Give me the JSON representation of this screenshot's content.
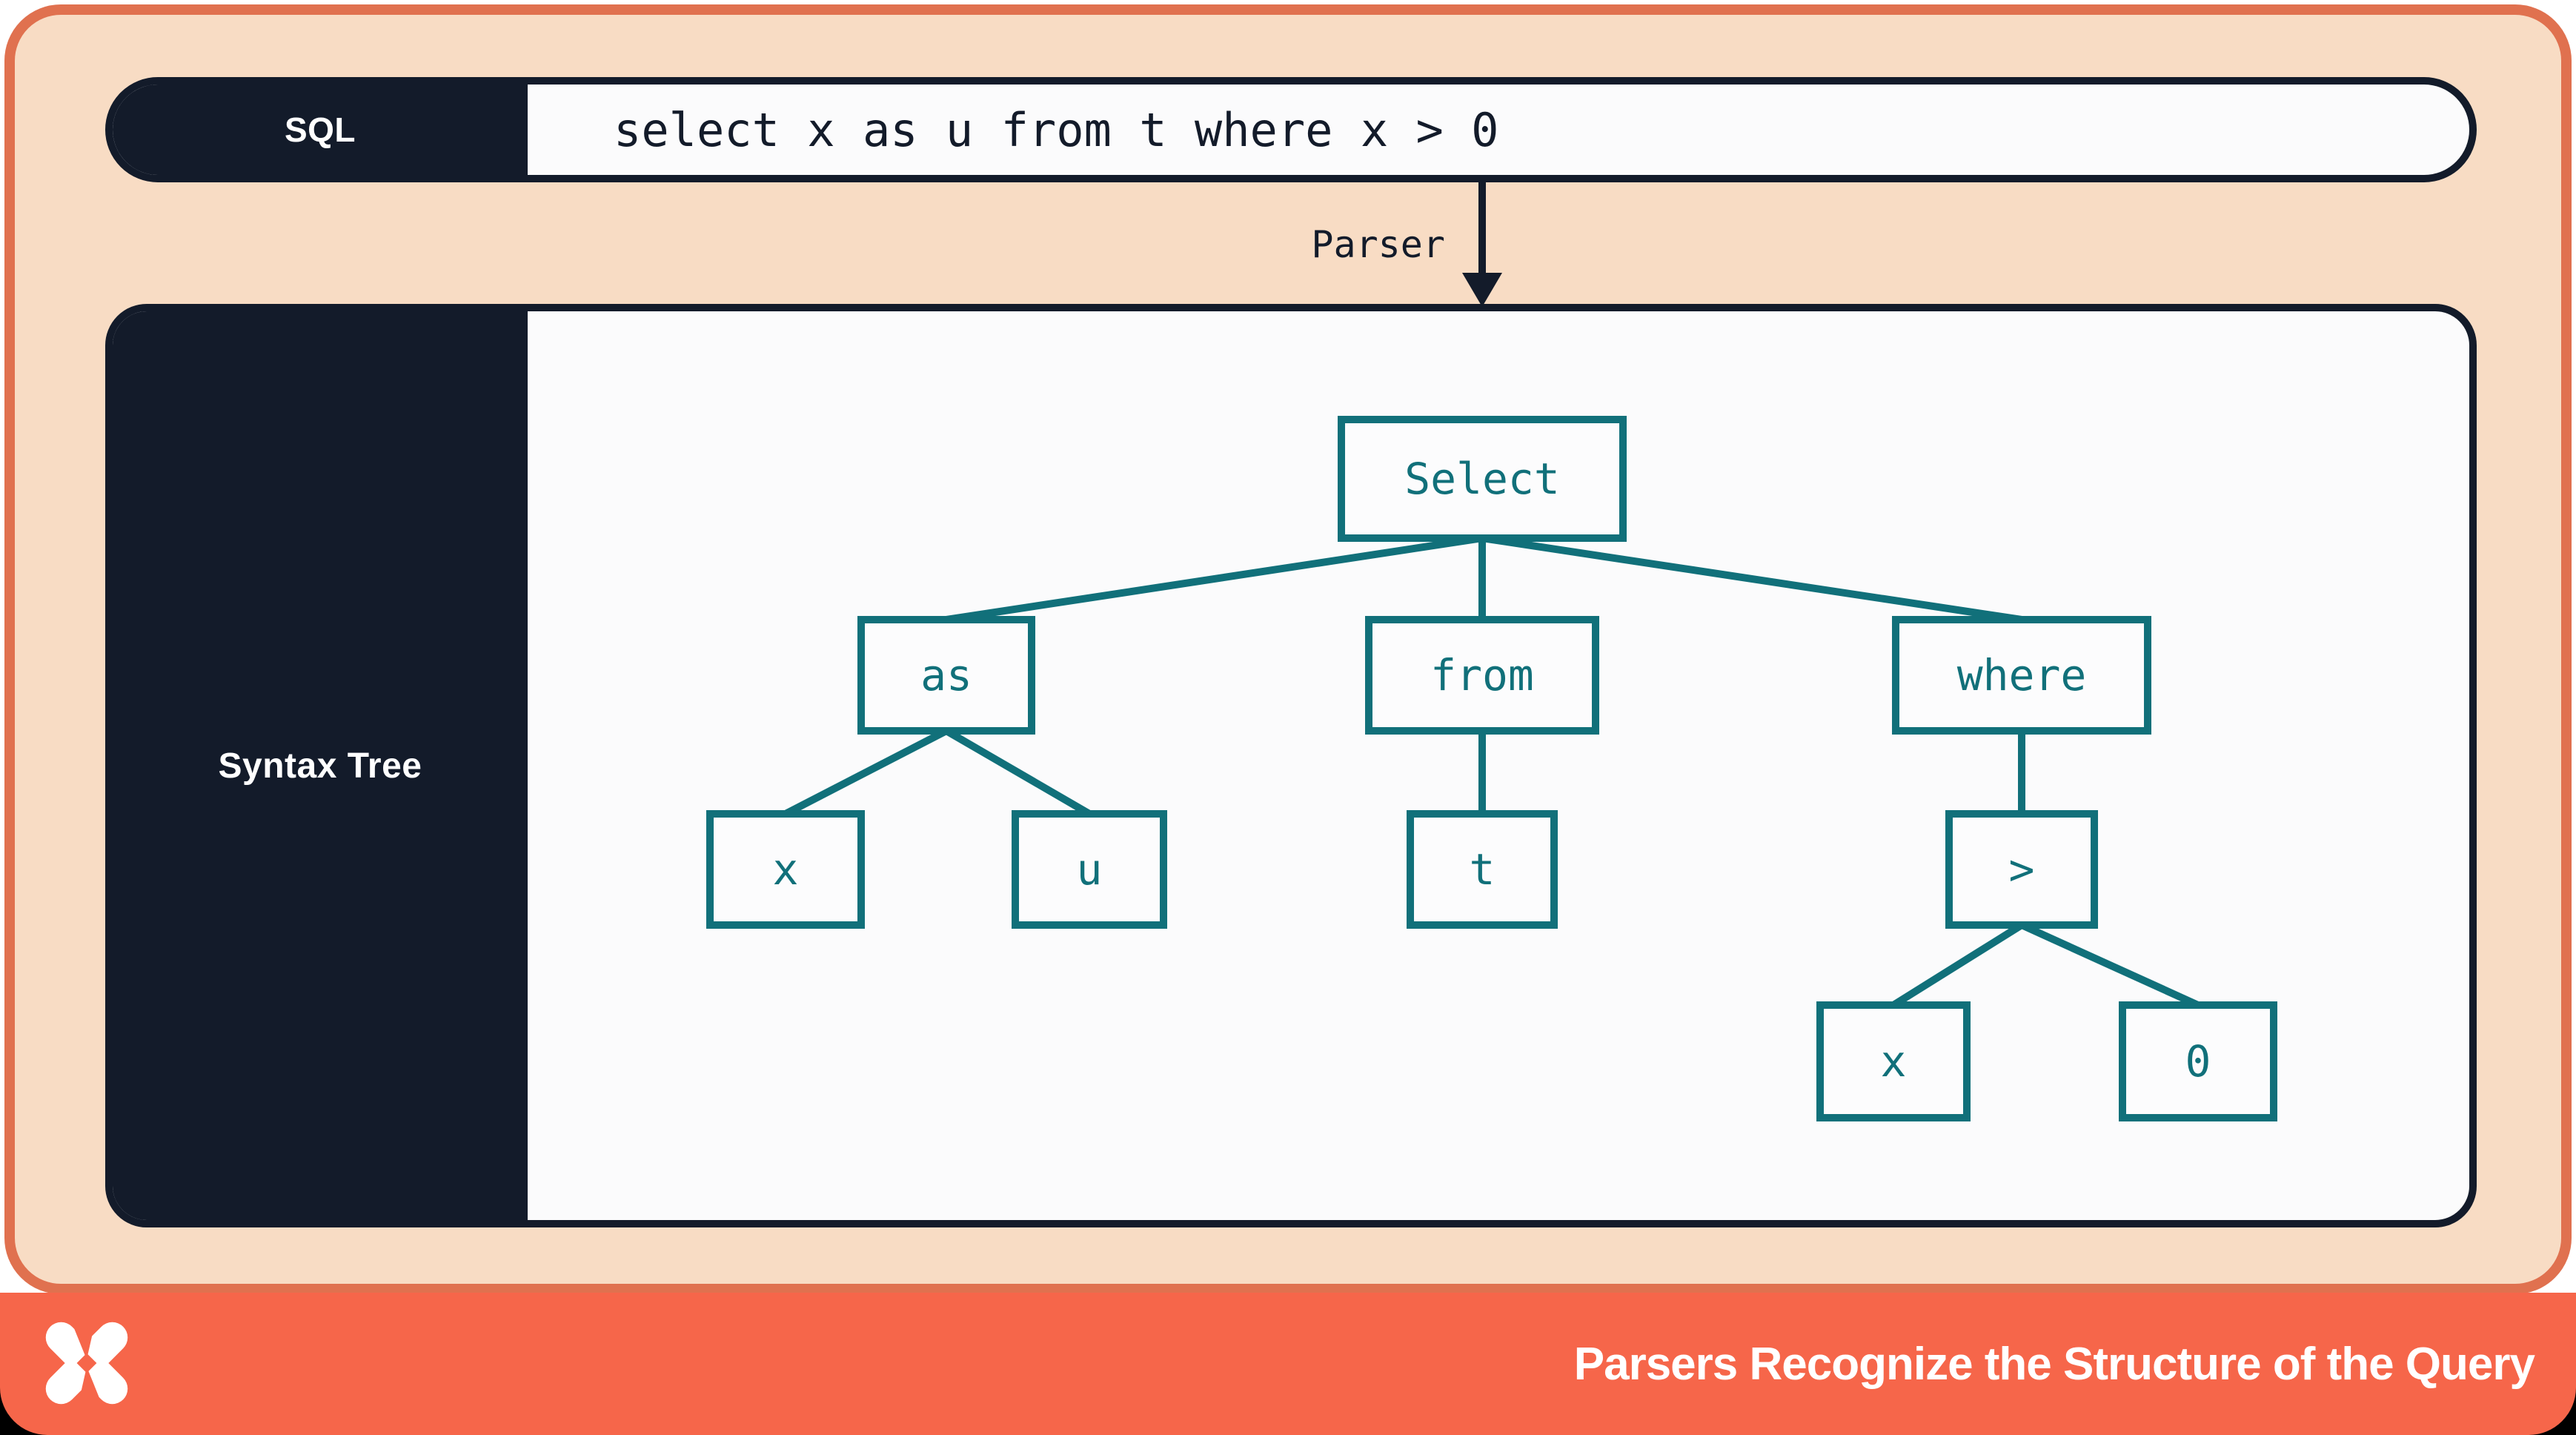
{
  "sql_bar": {
    "label": "SQL",
    "query": "select x as u from t where x > 0"
  },
  "parser_arrow": {
    "label": "Parser"
  },
  "syntax_tree_panel": {
    "label": "Syntax Tree",
    "nodes": {
      "select": "Select",
      "alias": "as",
      "from": "from",
      "where": "where",
      "alias_left": "x",
      "alias_right": "u",
      "table": "t",
      "comparison": ">",
      "comp_left": "x",
      "comp_right": "0"
    },
    "edges": [
      [
        "Select",
        "as"
      ],
      [
        "Select",
        "from"
      ],
      [
        "Select",
        "where"
      ],
      [
        "as",
        "x"
      ],
      [
        "as",
        "u"
      ],
      [
        "from",
        "t"
      ],
      [
        "where",
        ">"
      ],
      [
        ">",
        "x"
      ],
      [
        ">",
        "0"
      ]
    ]
  },
  "footer": {
    "title": "Parsers Recognize the Structure of the Query",
    "logo_icon": "dolt-x-logo"
  },
  "colors": {
    "peach_background": "#F8DCC4",
    "coral_frame": "#E0714F",
    "coral_footer": "#F6664A",
    "navy": "#131B2A",
    "teal": "#11707A",
    "panel_white": "#FBFBFC",
    "text_white": "#FFFFFF"
  }
}
